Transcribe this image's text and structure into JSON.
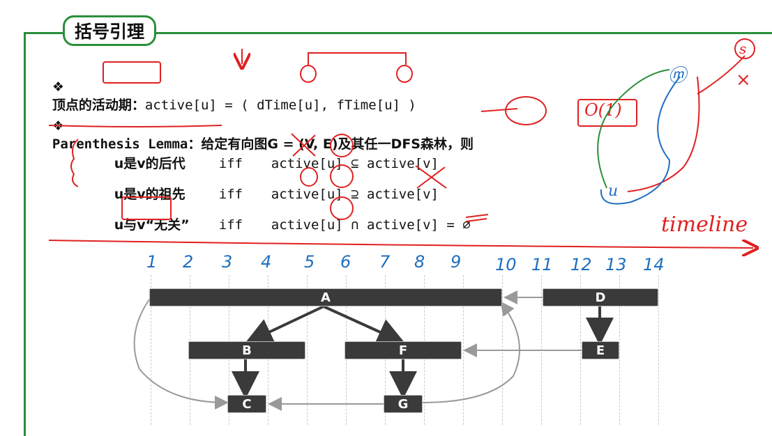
{
  "header": {
    "title": "括号引理"
  },
  "line1": {
    "bullet": "❖",
    "label": "顶点的活动期",
    "sep": "：",
    "formula": "active[u] = ( dTime[u], fTime[u] )"
  },
  "line2": {
    "bullet": "❖",
    "label": "Parenthesis Lemma",
    "sep": "：",
    "text": "给定有向图G = (V, E)及其任一DFS森林，则",
    "annotation": "O(1)"
  },
  "cases": [
    {
      "relation": "u是v的后代",
      "iff": "iff",
      "formula": "active[u] ⊆ active[v]"
    },
    {
      "relation": "u是v的祖先",
      "iff": "iff",
      "formula": "active[u] ⊇ active[v]"
    },
    {
      "relation": "u与v“无关”",
      "iff": "iff",
      "formula": "active[u] ∩ active[v] = ∅"
    }
  ],
  "timeline_label": "timeline",
  "ticks": [
    "1",
    "2",
    "3",
    "4",
    "5",
    "6",
    "7",
    "8",
    "9",
    "10",
    "11",
    "12",
    "13",
    "14"
  ],
  "nodes": [
    {
      "name": "A"
    },
    {
      "name": "D"
    },
    {
      "name": "B"
    },
    {
      "name": "F"
    },
    {
      "name": "E"
    },
    {
      "name": "C"
    },
    {
      "name": "G"
    }
  ],
  "side_annotations": {
    "s": "s",
    "m": "ⓜ",
    "u": "u",
    "x": "×"
  },
  "colors": {
    "frame": "#2a8f3b",
    "pen_red": "#e02020",
    "pen_blue": "#1e6fc0",
    "bar": "#3a3a3a"
  }
}
